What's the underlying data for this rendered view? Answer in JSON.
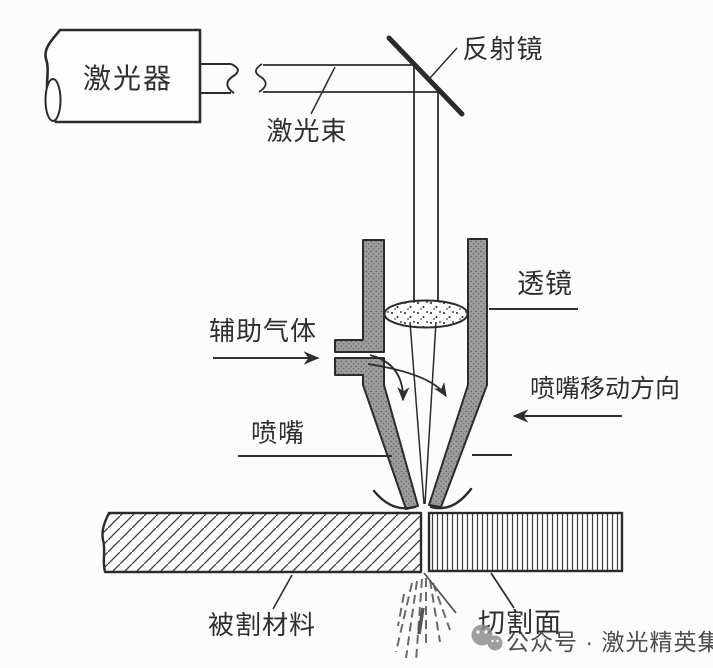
{
  "diagram": {
    "labels": {
      "laser_source": "激光器",
      "reflector_mirror": "反射镜",
      "laser_beam": "激光束",
      "lens": "透镜",
      "assist_gas": "辅助气体",
      "nozzle_move_direction": "喷嘴移动方向",
      "nozzle": "喷嘴",
      "cut_material": "被割材料",
      "cut_surface": "切割面"
    },
    "watermark": {
      "text": "公众号 · 激光精英集"
    },
    "colors": {
      "ink": "#2f2f2f",
      "wall_fill": "#9c9c9c",
      "background": "#fcfcfc",
      "watermark_text": "#b3b3b3",
      "watermark_icon": "#8f8f8f"
    }
  }
}
